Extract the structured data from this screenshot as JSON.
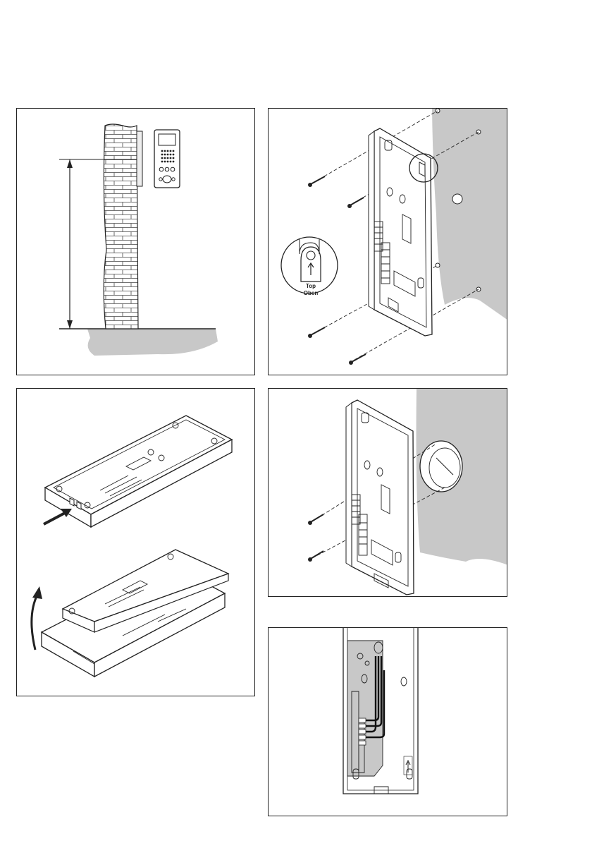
{
  "page": {
    "background": "#ffffff",
    "line_color": "#222222",
    "wall_gray": "#c8c8c8"
  },
  "panels": [
    {
      "id": "wall-height",
      "icon": "brick-wall-with-intercom-illustration"
    },
    {
      "id": "screw-mounting",
      "icon": "screw-mounting-plate-illustration"
    },
    {
      "id": "open-housing",
      "icon": "open-housing-illustration"
    },
    {
      "id": "flush-box-mounting",
      "icon": "flush-box-mounting-illustration"
    },
    {
      "id": "wiring",
      "icon": "wiring-terminal-illustration"
    }
  ],
  "detail_label": {
    "line1": "Top",
    "line2": "Oben"
  }
}
